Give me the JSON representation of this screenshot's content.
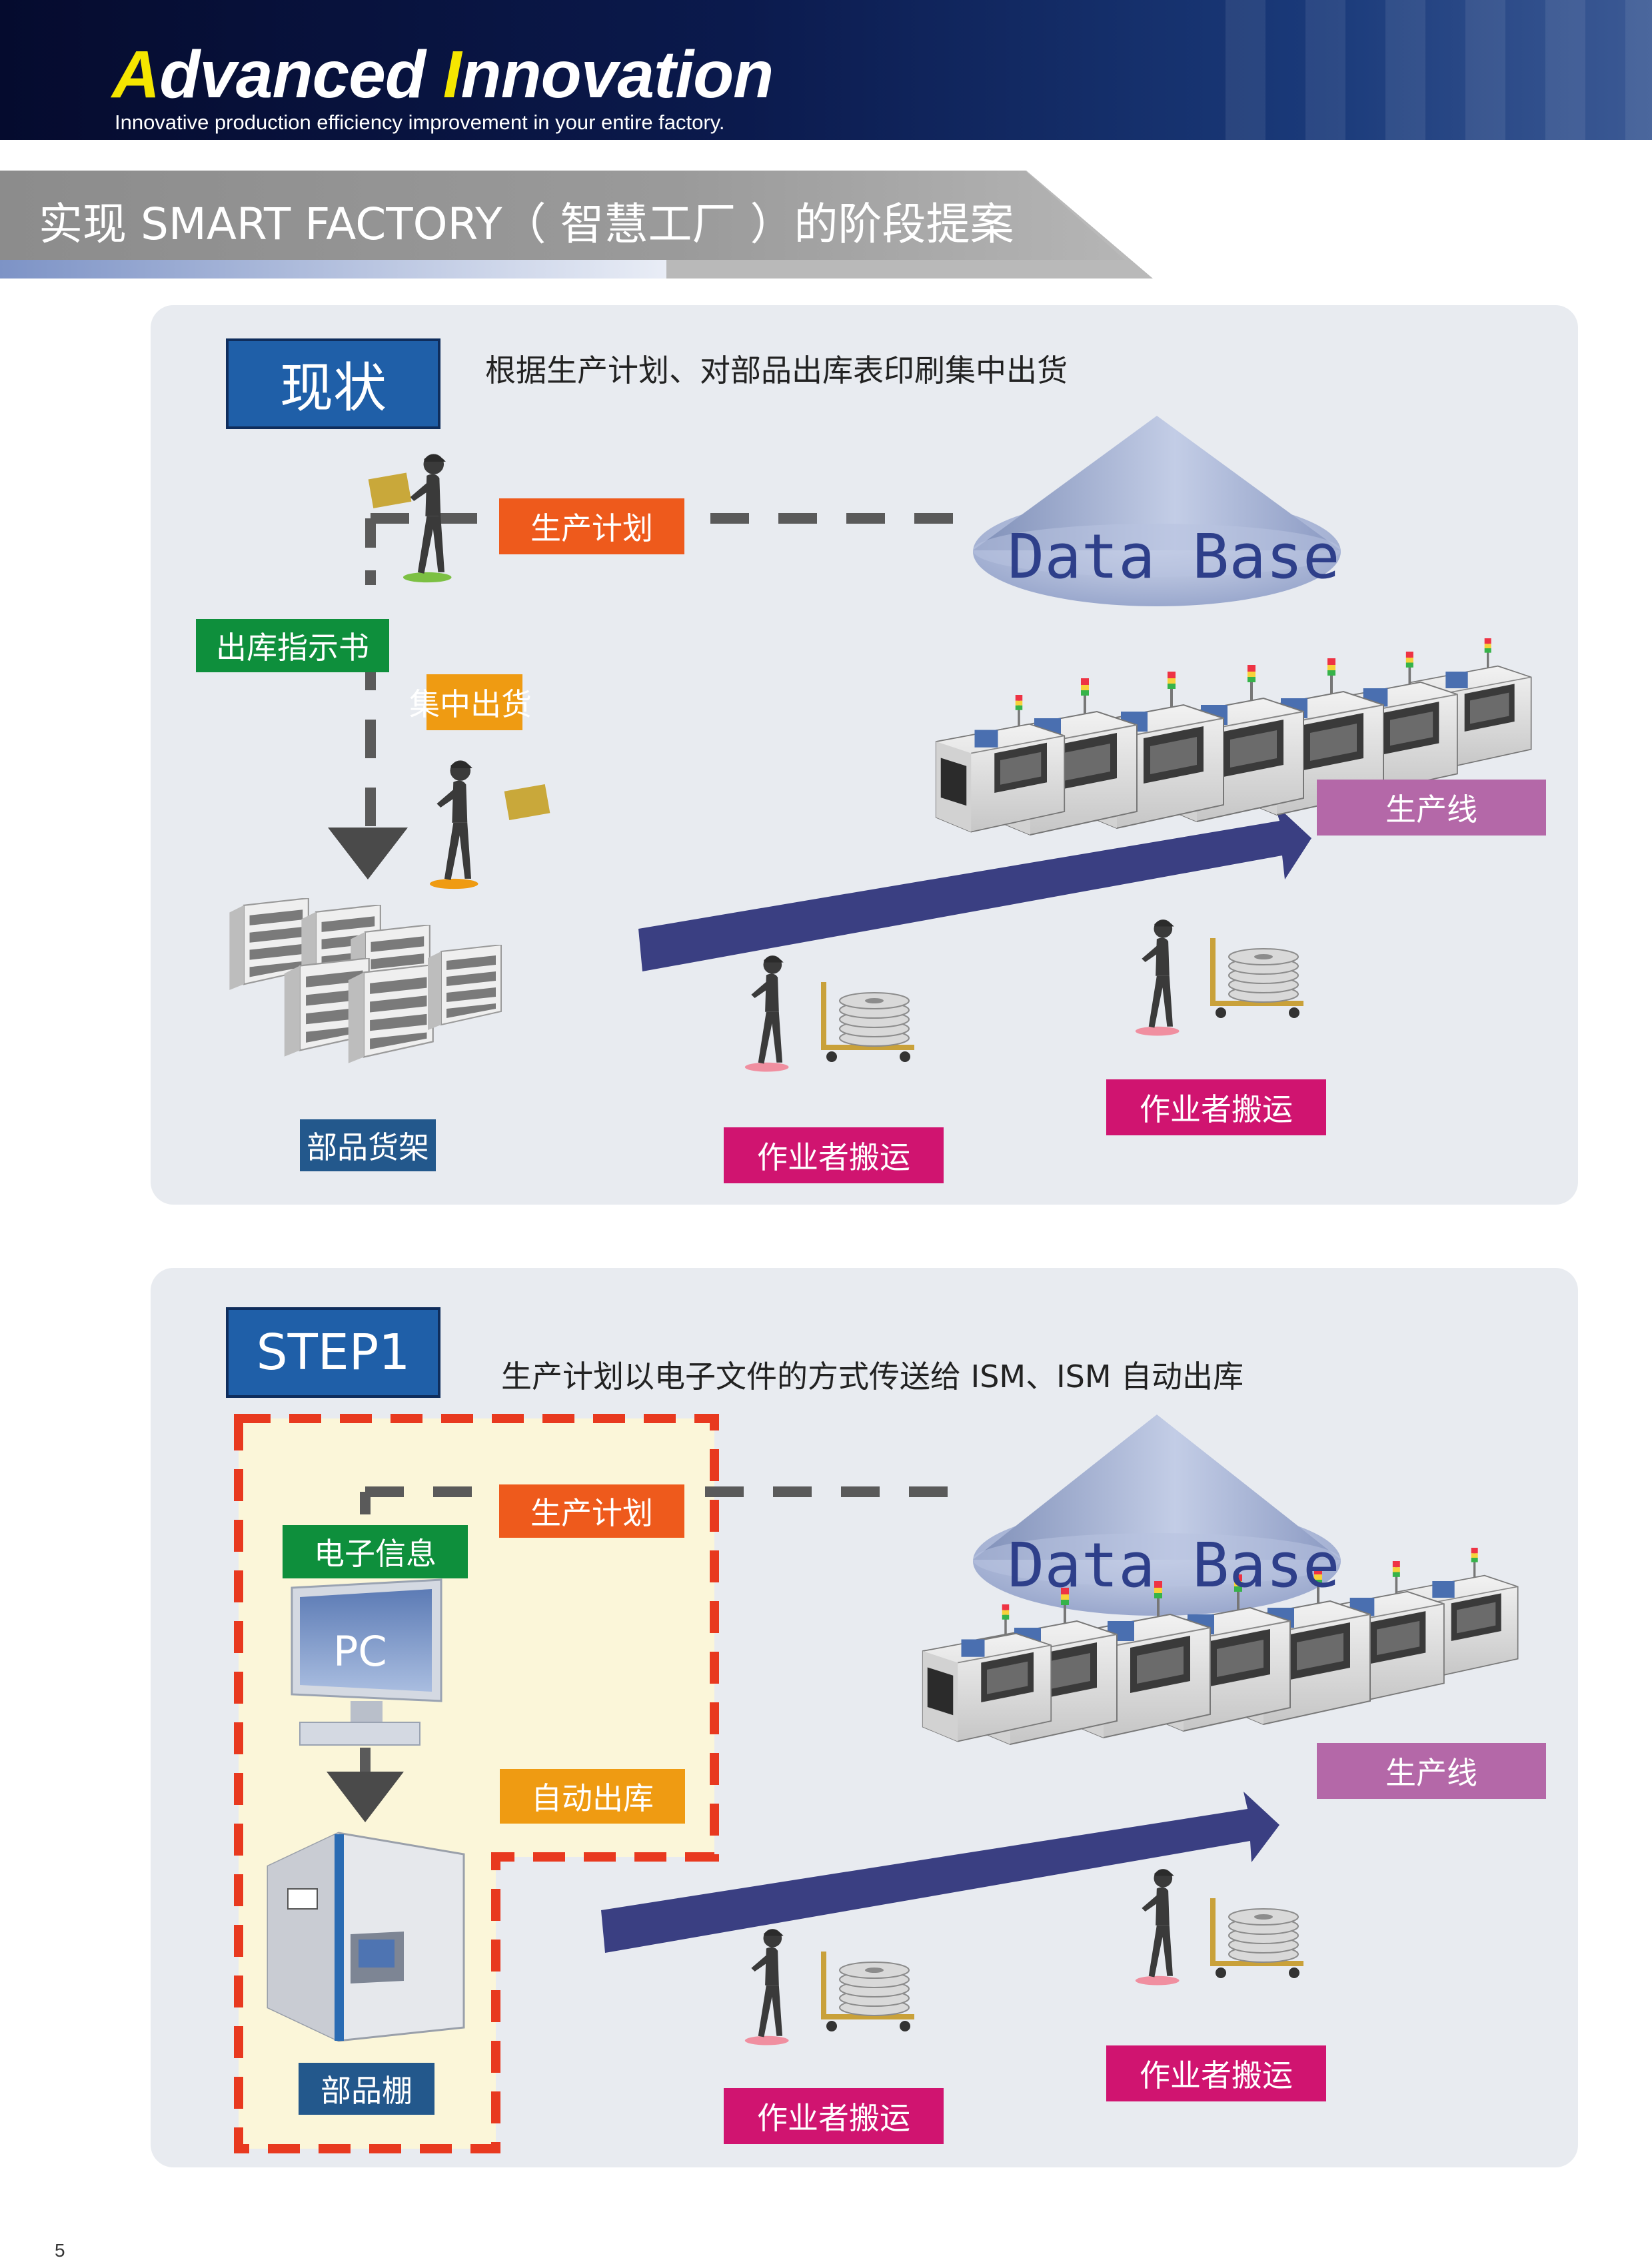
{
  "header": {
    "brand_initial_a": "A",
    "brand_rest_1": "dvanced ",
    "brand_initial_i": "I",
    "brand_rest_2": "nnovation",
    "tagline": "Innovative production efficiency improvement in your entire factory."
  },
  "section_title": "实现 SMART FACTORY（ 智慧工厂 ）的阶段提案",
  "panel_current": {
    "tag": "现状",
    "description": "根据生产计划、对部品出库表印刷集中出货",
    "plan_label": "生产计划",
    "instruction_label": "出库指示书",
    "batch_label": "集中出货",
    "database_label": "Data Base",
    "line_label": "生产线",
    "rack_label": "部品货架",
    "worker_label_1": "作业者搬运",
    "worker_label_2": "作业者搬运"
  },
  "panel_step1": {
    "tag": "STEP1",
    "description": "生产计划以电子文件的方式传送给 ISM、ISM 自动出库",
    "plan_label": "生产计划",
    "electronic_label": "电子信息",
    "pc_label": "PC",
    "auto_label": "自动出库",
    "database_label": "Data Base",
    "line_label": "生产线",
    "shelf_label": "部品棚",
    "worker_label_1": "作业者搬运",
    "worker_label_2": "作业者搬运"
  },
  "page_number": "5",
  "colors": {
    "banner": "#0b1a4d",
    "brand_accent": "#f5e600",
    "tag_blue": "#1f5fa8",
    "orange": "#ee5a1c",
    "green": "#0e8f3c",
    "amber": "#ef9b12",
    "purple": "#b468a8",
    "magenta": "#d01470",
    "navy_label": "#23588c",
    "arrow": "#3a3f82",
    "dashed_red": "#e8391f"
  }
}
